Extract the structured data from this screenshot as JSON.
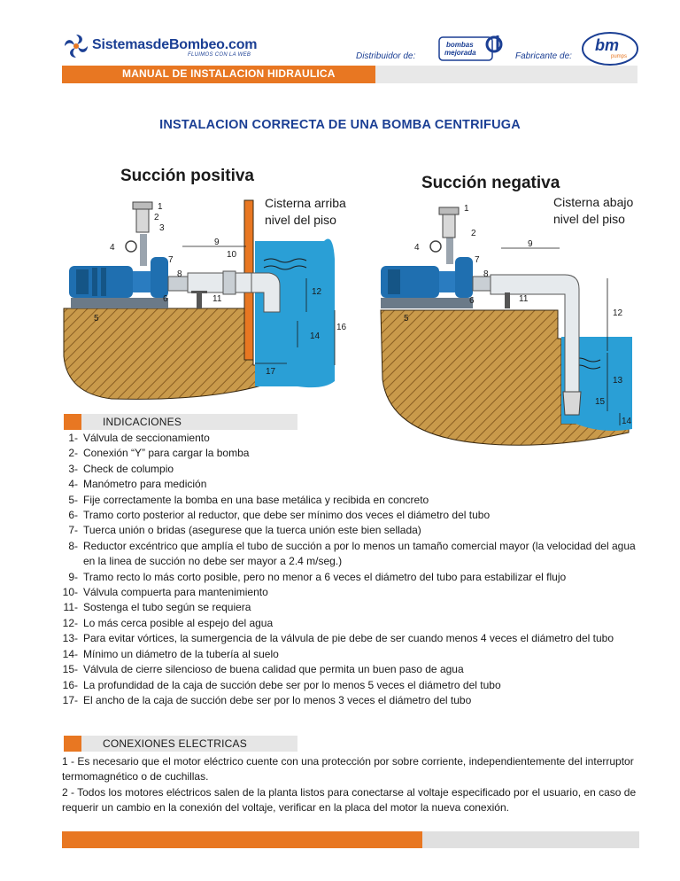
{
  "header": {
    "brand_a": "Sistemas",
    "brand_b": "deBombeo.com",
    "tagline": "FLUIMOS CON LA WEB",
    "distributor_label": "Distribuidor de:",
    "distributor_logo_text": "bombas mejorada",
    "maker_label": "Fabricante de:",
    "maker_logo_text": "bm",
    "maker_logo_sub": "pumps",
    "bar_title": "MANUAL DE INSTALACION HIDRAULICA",
    "accent_color": "#e87722",
    "brand_color": "#1b3f94"
  },
  "main_title": "INSTALACION CORRECTA DE UNA BOMBA CENTRIFUGA",
  "positive": {
    "title": "Succión positiva",
    "caption_1": "Cisterna arriba",
    "caption_2": "nivel del piso",
    "labels": [
      "1",
      "2",
      "3",
      "4",
      "5",
      "6",
      "7",
      "8",
      "9",
      "10",
      "11",
      "12",
      "14",
      "16",
      "17"
    ]
  },
  "negative": {
    "title": "Succión negativa",
    "caption_1": "Cisterna abajo",
    "caption_2": "nivel del piso",
    "labels": [
      "1",
      "2",
      "4",
      "5",
      "6",
      "7",
      "8",
      "9",
      "11",
      "12",
      "13",
      "14",
      "15"
    ]
  },
  "indications": {
    "heading": "INDICACIONES",
    "items": [
      {
        "n": "1-",
        "text": "Válvula de seccionamiento"
      },
      {
        "n": "2-",
        "text": "Conexión “Y” para cargar la bomba"
      },
      {
        "n": "3-",
        "text": "Check de columpio"
      },
      {
        "n": "4-",
        "text": "Manómetro para medición"
      },
      {
        "n": "5-",
        "text": "Fije correctamente la bomba en una base metálica y recibida en concreto"
      },
      {
        "n": "6-",
        "text": "Tramo corto posterior al reductor, que debe ser mínimo dos veces el diámetro del tubo"
      },
      {
        "n": "7-",
        "text": "Tuerca unión o bridas (asegurese que la tuerca unión este bien sellada)"
      },
      {
        "n": "8-",
        "text": "Reductor excéntrico que amplía el tubo de succión a por lo menos un tamaño comercial mayor (la velocidad del agua en la linea de succión no debe ser mayor a 2.4 m/seg.)"
      },
      {
        "n": "9-",
        "text": "Tramo recto lo más corto posible, pero no menor a 6 veces el diámetro del tubo para estabilizar el flujo"
      },
      {
        "n": "10-",
        "text": "Válvula compuerta para mantenimiento"
      },
      {
        "n": "11-",
        "text": "Sostenga el tubo según se requiera"
      },
      {
        "n": "12-",
        "text": "Lo más cerca posible al espejo del agua"
      },
      {
        "n": "13-",
        "text": "Para evitar vórtices, la sumergencia de la válvula de pie debe de ser cuando menos 4 veces el diámetro del tubo"
      },
      {
        "n": "14-",
        "text": "Mínimo un diámetro de la tubería al suelo"
      },
      {
        "n": "15-",
        "text": "Válvula de cierre silencioso de buena calidad que permita un buen paso de agua"
      },
      {
        "n": "16-",
        "text": "La profundidad de la caja de succión debe ser por lo menos 5 veces el diámetro del tubo"
      },
      {
        "n": "17-",
        "text": "El ancho de la caja de succión debe ser por lo menos 3 veces el diámetro del tubo"
      }
    ]
  },
  "electrical": {
    "heading": "CONEXIONES ELECTRICAS",
    "p1": " 1 - Es necesario que el motor eléctrico cuente con una protección por sobre corriente, independientemente del interruptor termomagnético o de cuchillas.",
    "p2": " 2 - Todos los motores eléctricos salen de la planta listos para conectarse al voltaje especificado por el usuario, en caso de requerir un cambio en la conexión del voltaje, verificar en la placa del motor la nueva conexión."
  }
}
